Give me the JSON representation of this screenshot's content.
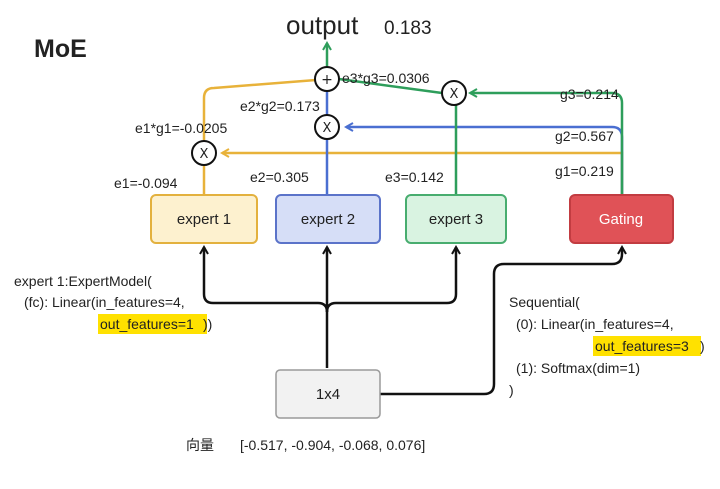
{
  "title": "MoE",
  "output": {
    "label": "output",
    "value": "0.183"
  },
  "input_box": {
    "label": "1x4"
  },
  "experts": [
    {
      "label": "expert 1",
      "e_value": "e1=-0.094",
      "product": "e1*g1=-0.0205"
    },
    {
      "label": "expert 2",
      "e_value": "e2=0.305",
      "product": "e2*g2=0.173"
    },
    {
      "label": "expert 3",
      "e_value": "e3=0.142",
      "product": "e3*g3=0.0306"
    }
  ],
  "gating": {
    "label": "Gating",
    "g1": "g1=0.219",
    "g2": "g2=0.567",
    "g3": "g3=0.214"
  },
  "operators": {
    "sum": "+",
    "mul": "X"
  },
  "expert_code": {
    "line1": "expert 1:ExpertModel(",
    "line2": "(fc): Linear(in_features=4,",
    "line3_highlight": "out_features=1",
    "line3_tail": "))"
  },
  "gating_code": {
    "line1": "Sequential(",
    "line2": "(0): Linear(in_features=4,",
    "line3_highlight": "out_features=3",
    "line3_tail": ")",
    "line4": "(1): Softmax(dim=1)",
    "line5": ")"
  },
  "vector": {
    "label": "向量",
    "value": "[-0.517, -0.904, -0.068,  0.076]"
  },
  "colors": {
    "title_red": "#e0453e",
    "expert1_line": "#e8b23a",
    "expert2_line": "#4a6fd1",
    "expert3_line": "#2e9e5b",
    "expert1_fill": "#fdf1cf",
    "expert1_stroke": "#e3b13e",
    "expert2_fill": "#d6def7",
    "expert2_stroke": "#5b73c9",
    "expert3_fill": "#d9f3e1",
    "expert3_stroke": "#48ad6f",
    "gating_fill": "#e05257",
    "gating_stroke": "#c23c41",
    "input_fill": "#f2f2f2",
    "input_stroke": "#9a9a9a",
    "highlight": "#ffe100"
  }
}
